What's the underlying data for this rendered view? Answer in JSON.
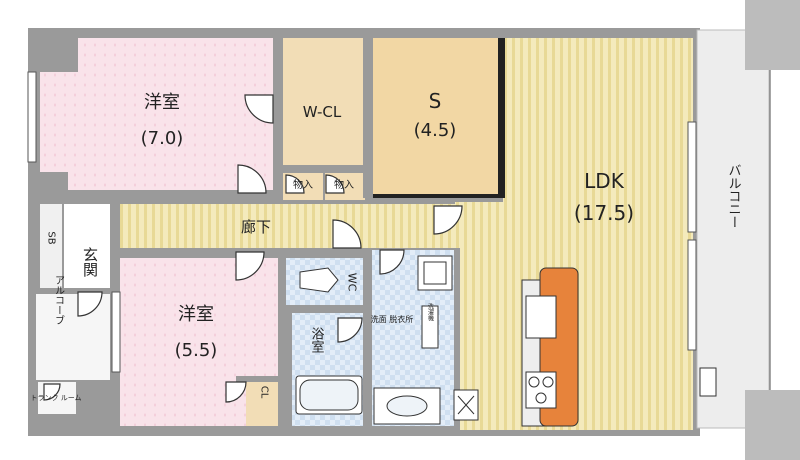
{
  "rooms": {
    "western_room_1": {
      "name": "洋室",
      "size": "(7.0)"
    },
    "walk_in_closet": {
      "name": "W-CL"
    },
    "service_room": {
      "name": "S",
      "size": "(4.5)"
    },
    "ldk": {
      "name": "LDK",
      "size": "(17.5)"
    },
    "western_room_2": {
      "name": "洋室",
      "size": "(5.5)"
    },
    "storage_1": {
      "name": "物入"
    },
    "storage_2": {
      "name": "物入"
    },
    "corridor": {
      "name": "廊下"
    },
    "entrance": {
      "name": "玄関"
    },
    "shoe_box": {
      "name": "SB"
    },
    "toilet": {
      "name": "WC"
    },
    "bathroom": {
      "name": "浴室"
    },
    "washroom": {
      "name": "洗面 脱衣所"
    },
    "washer": {
      "name": "洗濯機"
    },
    "closet": {
      "name": "CL"
    },
    "alcove": {
      "name": "アルコーブ"
    },
    "trunk_room": {
      "name": "トランク ルーム"
    },
    "balcony": {
      "name": "バルコニー"
    }
  },
  "colors": {
    "wall": "#8c8c8c",
    "western_floor": "#f7dfe6",
    "closet_floor": "#f2ddb6",
    "service_floor": "#f2d7a4",
    "ldk_floor": "#f4eabc",
    "ldk_stripe": "#e6d68e",
    "wet_floor": "#dce8f5",
    "balcony": "#eeeeee"
  }
}
